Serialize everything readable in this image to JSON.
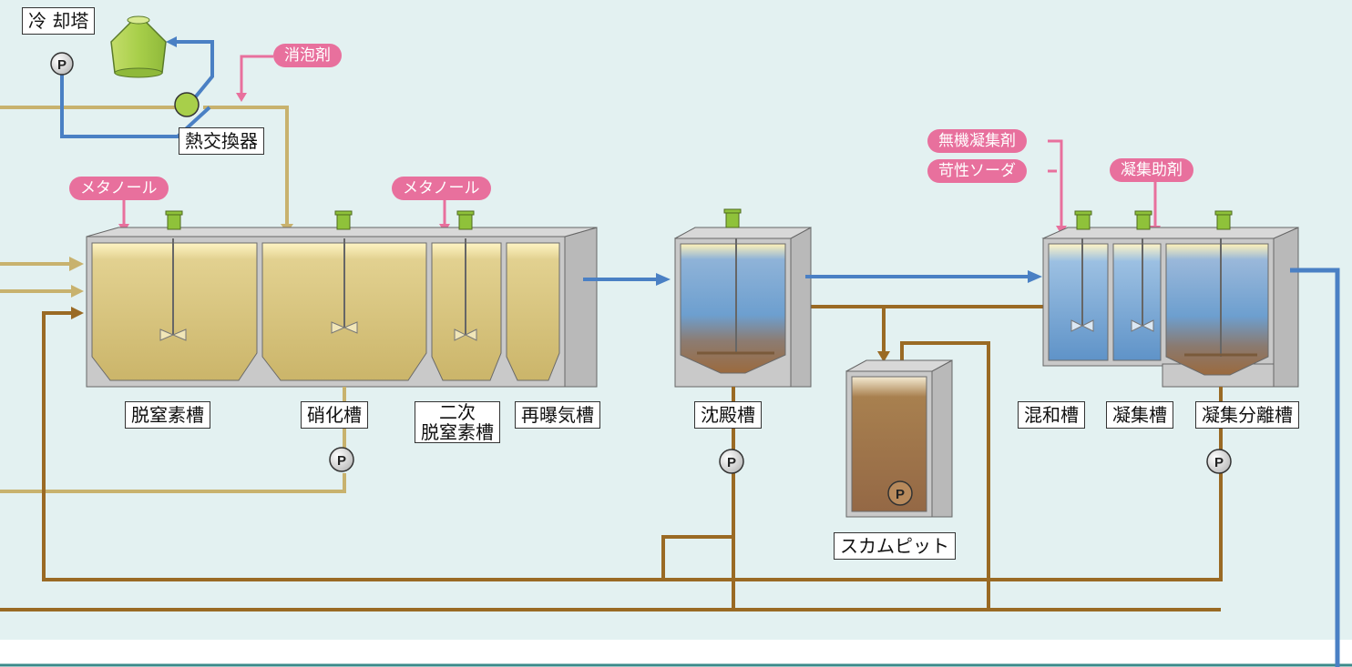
{
  "labels": {
    "cooling_tower": "冷 却塔",
    "heat_exchanger": "熱交換器",
    "denitrification_tank": "脱窒素槽",
    "nitrification_tank": "硝化槽",
    "secondary_denitrification_line1": "二次",
    "secondary_denitrification_line2": "脱窒素槽",
    "reaeration_tank": "再曝気槽",
    "settling_tank": "沈殿槽",
    "scum_pit": "スカムピット",
    "mixing_tank": "混和槽",
    "coagulation_tank": "凝集槽",
    "coagulation_separation_tank": "凝集分離槽"
  },
  "chemicals": {
    "antifoam": "消泡剤",
    "methanol_1": "メタノール",
    "methanol_2": "メタノール",
    "inorganic_coagulant": "無機凝集剤",
    "caustic_soda": "苛性ソーダ",
    "coagulant_aid": "凝集助剤"
  },
  "pump_symbol": "P",
  "colors": {
    "background": "#e3f1f1",
    "bottom_band": "#ffffff",
    "water_line": "#4a80c4",
    "sludge_line": "#9a6a24",
    "return_line": "#c8b26e",
    "chemical_line": "#e8709d",
    "yellow_liquid": "#d6c47c",
    "blue_liquid": "#6d9fcf",
    "brown_sludge": "#9b7450",
    "tank_wall": "#bdbdbd",
    "nozzle": "#8fc23a"
  }
}
